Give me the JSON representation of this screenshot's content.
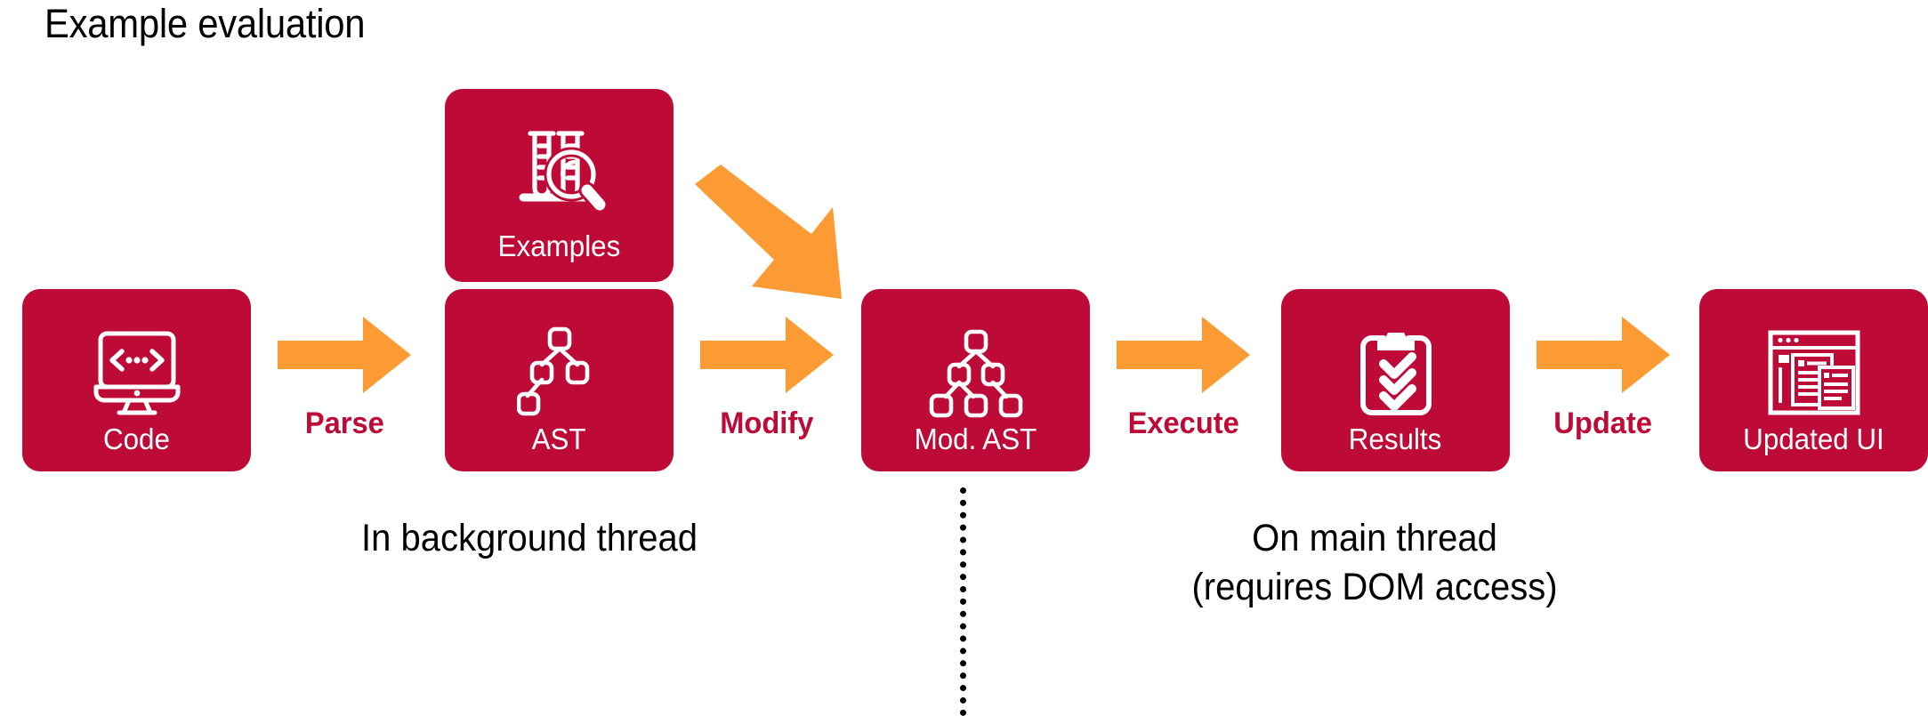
{
  "page": {
    "title": "Example evaluation",
    "background_color": "#ffffff",
    "accent_crimson": "#be0a37",
    "accent_orange": "#fc9a33",
    "text_color": "#000000"
  },
  "pipeline": {
    "stages": [
      {
        "id": "code",
        "label": "Code",
        "icon": "monitor-code-icon",
        "row": "main"
      },
      {
        "id": "examples",
        "label": "Examples",
        "icon": "test-tubes-magnifier-icon",
        "row": "upper"
      },
      {
        "id": "ast",
        "label": "AST",
        "icon": "tree-nodes-icon",
        "row": "main"
      },
      {
        "id": "mod_ast",
        "label": "Mod. AST",
        "icon": "tree-nodes-full-icon",
        "row": "main"
      },
      {
        "id": "results",
        "label": "Results",
        "icon": "clipboard-checks-icon",
        "row": "main"
      },
      {
        "id": "updated_ui",
        "label": "Updated UI",
        "icon": "browser-window-icon",
        "row": "main"
      }
    ],
    "transitions": [
      {
        "id": "parse",
        "label": "Parse",
        "from": "code",
        "to": "ast",
        "icon": "arrow-right-icon"
      },
      {
        "id": "modify",
        "label": "Modify",
        "from": "ast",
        "to": "mod_ast",
        "icon": "arrow-right-icon"
      },
      {
        "id": "execute",
        "label": "Execute",
        "from": "mod_ast",
        "to": "results",
        "icon": "arrow-right-icon"
      },
      {
        "id": "update",
        "label": "Update",
        "from": "results",
        "to": "updated_ui",
        "icon": "arrow-right-icon"
      }
    ],
    "diagonal_arrow": {
      "id": "examples_feed",
      "from": "examples",
      "to": "mod_ast",
      "icon": "arrow-diagonal-down-right-icon"
    }
  },
  "threads": {
    "divider": {
      "icon": "dotted-vertical-divider",
      "style": "dotted"
    },
    "left_caption": "In background thread",
    "right_caption_line1": "On main thread",
    "right_caption_line2": "(requires DOM access)"
  }
}
